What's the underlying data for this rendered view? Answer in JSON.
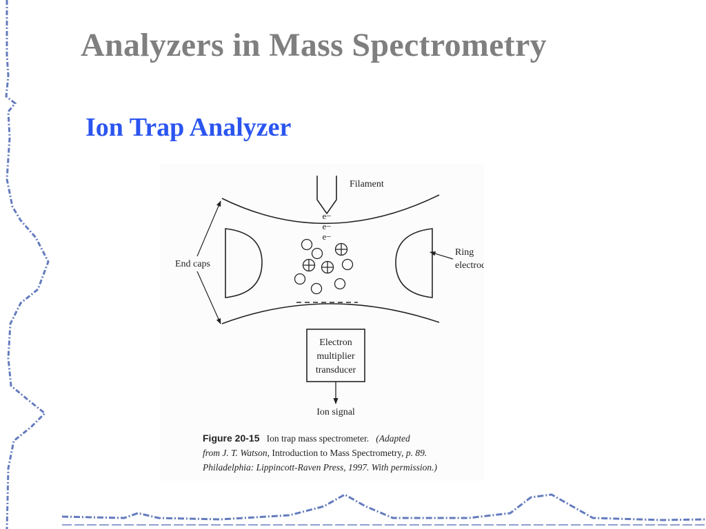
{
  "slide": {
    "title": "Analyzers in Mass Spectrometry",
    "subtitle": "Ion Trap Analyzer"
  },
  "diagram": {
    "labels": {
      "filament": "Filament",
      "end_caps": "End caps",
      "ring_line1": "Ring",
      "ring_line2": "electrode",
      "detector_line1": "Electron",
      "detector_line2": "multiplier",
      "detector_line3": "transducer",
      "ion_signal": "Ion signal",
      "electron": "e−"
    }
  },
  "caption": {
    "figure_number": "Figure 20-15",
    "figure_title": "Ion trap mass spectrometer.",
    "credit_start": "(Adapted",
    "credit_from": "from J. T. Watson, ",
    "book_title": "Introduction to Mass Spectrometry,",
    "page": " p. 89.",
    "publisher": "Philadelphia: Lippincott-Raven Press, 1997. With permission.)"
  },
  "colors": {
    "title": "#7f7f7f",
    "subtitle": "#2b55f0",
    "decoration": "#2f4fa8"
  }
}
